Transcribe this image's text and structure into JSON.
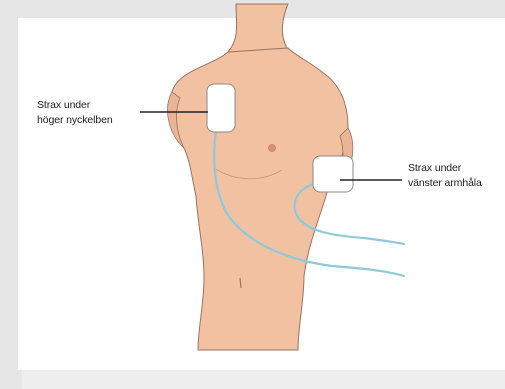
{
  "labels": {
    "right_clavicle": {
      "line1": "Strax under",
      "line2": "höger nyckelben"
    },
    "left_armpit": {
      "line1": "Strax under",
      "line2": "vänster armhåla"
    }
  },
  "icons": {
    "torso": "torso-illustration",
    "pads": [
      "defibrillator-pad",
      "defibrillator-pad"
    ]
  },
  "colors": {
    "background": "#eeeeee",
    "panel": "#ffffff",
    "skin": "#f1c1a2",
    "skin_outline": "#9a7262",
    "pad": "#ffffff",
    "pad_outline": "#8a8a8a",
    "cable": "#8fc9d9",
    "leader_line": "#222222"
  }
}
